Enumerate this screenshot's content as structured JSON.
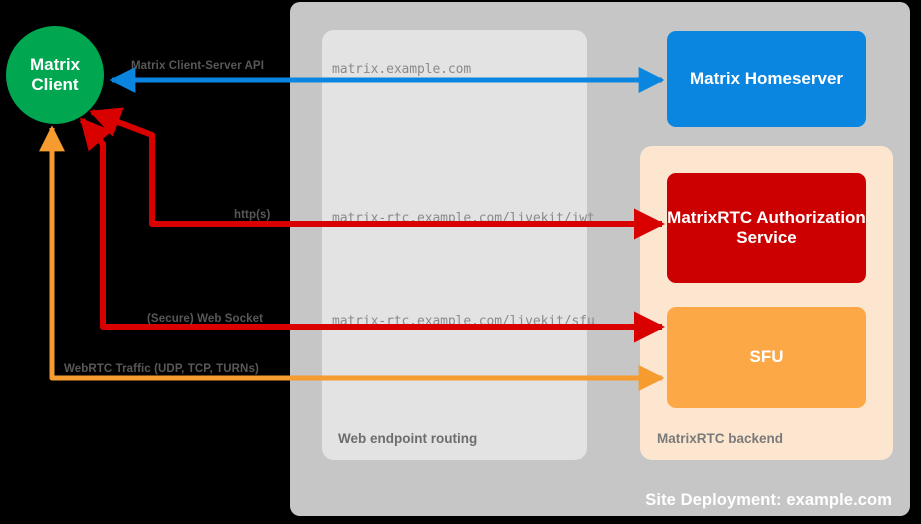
{
  "site": {
    "label": "Site Deployment: example.com",
    "bg_color": "#c6c6c6"
  },
  "routing": {
    "label": "Web endpoint routing",
    "bg_color": "#e3e3e3",
    "urls": [
      "matrix.example.com",
      "matrix-rtc.example.com/livekit/jwt",
      "matrix-rtc.example.com/livekit/sfu"
    ]
  },
  "backend": {
    "label": "MatrixRTC backend",
    "bg_color": "#fce6d0"
  },
  "nodes": {
    "client": {
      "line1": "Matrix",
      "line2": "Client",
      "color": "#00a650"
    },
    "homeserver": {
      "label": "Matrix Homeserver",
      "color": "#0b86e0"
    },
    "auth_service": {
      "label": "MatrixRTC Authorization Service",
      "color": "#cc0000"
    },
    "sfu": {
      "label": "SFU",
      "color": "#fca846"
    }
  },
  "edges": [
    {
      "name": "matrix-client-server-api",
      "label": "Matrix Client-Server API",
      "color": "#0b86e0",
      "direction": "bidirectional"
    },
    {
      "name": "http-jwt",
      "label": "http(s)",
      "color": "#e00000",
      "direction": "bidirectional"
    },
    {
      "name": "secure-web-socket",
      "label": "(Secure) Web Socket",
      "color": "#e00000",
      "direction": "bidirectional"
    },
    {
      "name": "webrtc-traffic",
      "label": "WebRTC Traffic (UDP, TCP, TURNs)",
      "color": "#f59b30",
      "direction": "bidirectional"
    }
  ]
}
